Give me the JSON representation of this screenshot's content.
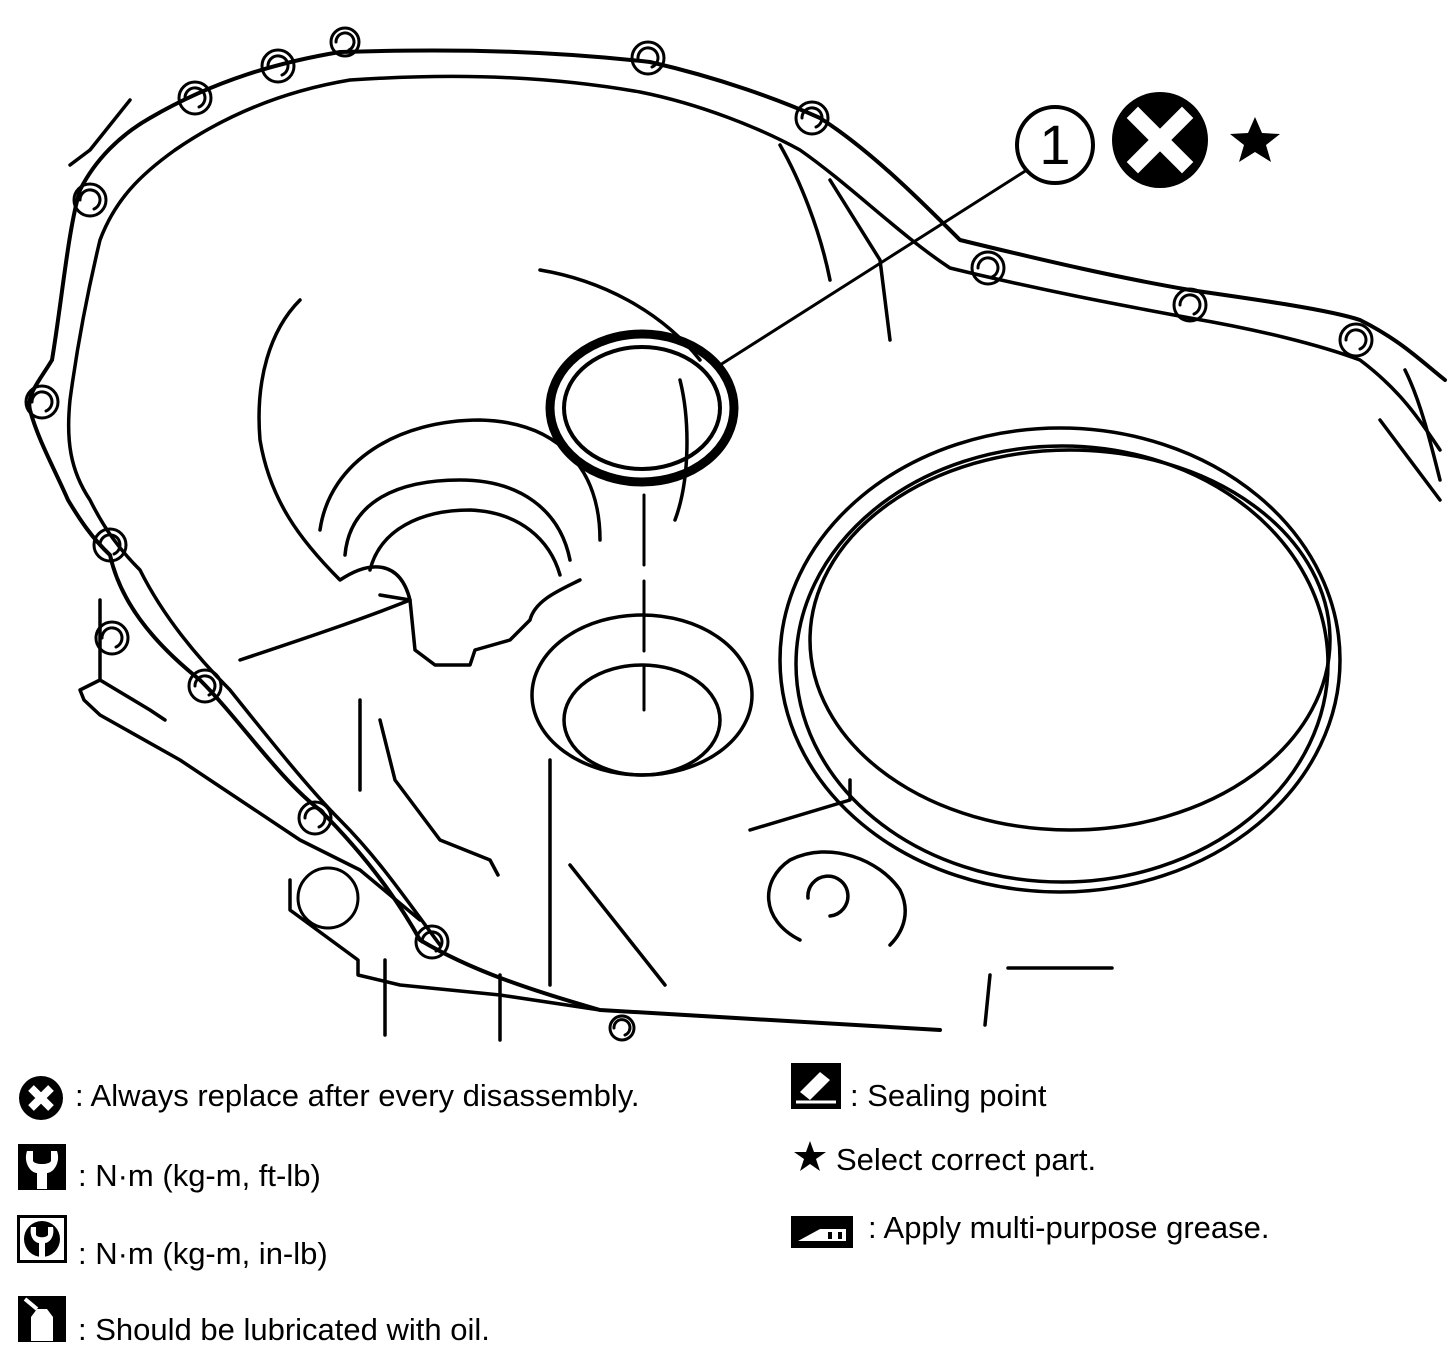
{
  "callout": {
    "number": "1"
  },
  "legend": {
    "replace": ": Always replace after every disassembly.",
    "torque_ft": ": N·m (kg-m, ft-lb)",
    "torque_in": ": N·m (kg-m, in-lb)",
    "lubricate": ": Should be lubricated with oil.",
    "sealing": ": Sealing point",
    "select": "Select correct part.",
    "grease": ": Apply multi-purpose grease."
  },
  "icons": [
    "replace-x-icon",
    "wrench-torque-ft-icon",
    "wrench-torque-in-icon",
    "oil-can-icon",
    "sealant-tube-icon",
    "star-icon",
    "grease-gun-icon"
  ],
  "colors": {
    "ink": "#000000",
    "paper": "#ffffff"
  }
}
